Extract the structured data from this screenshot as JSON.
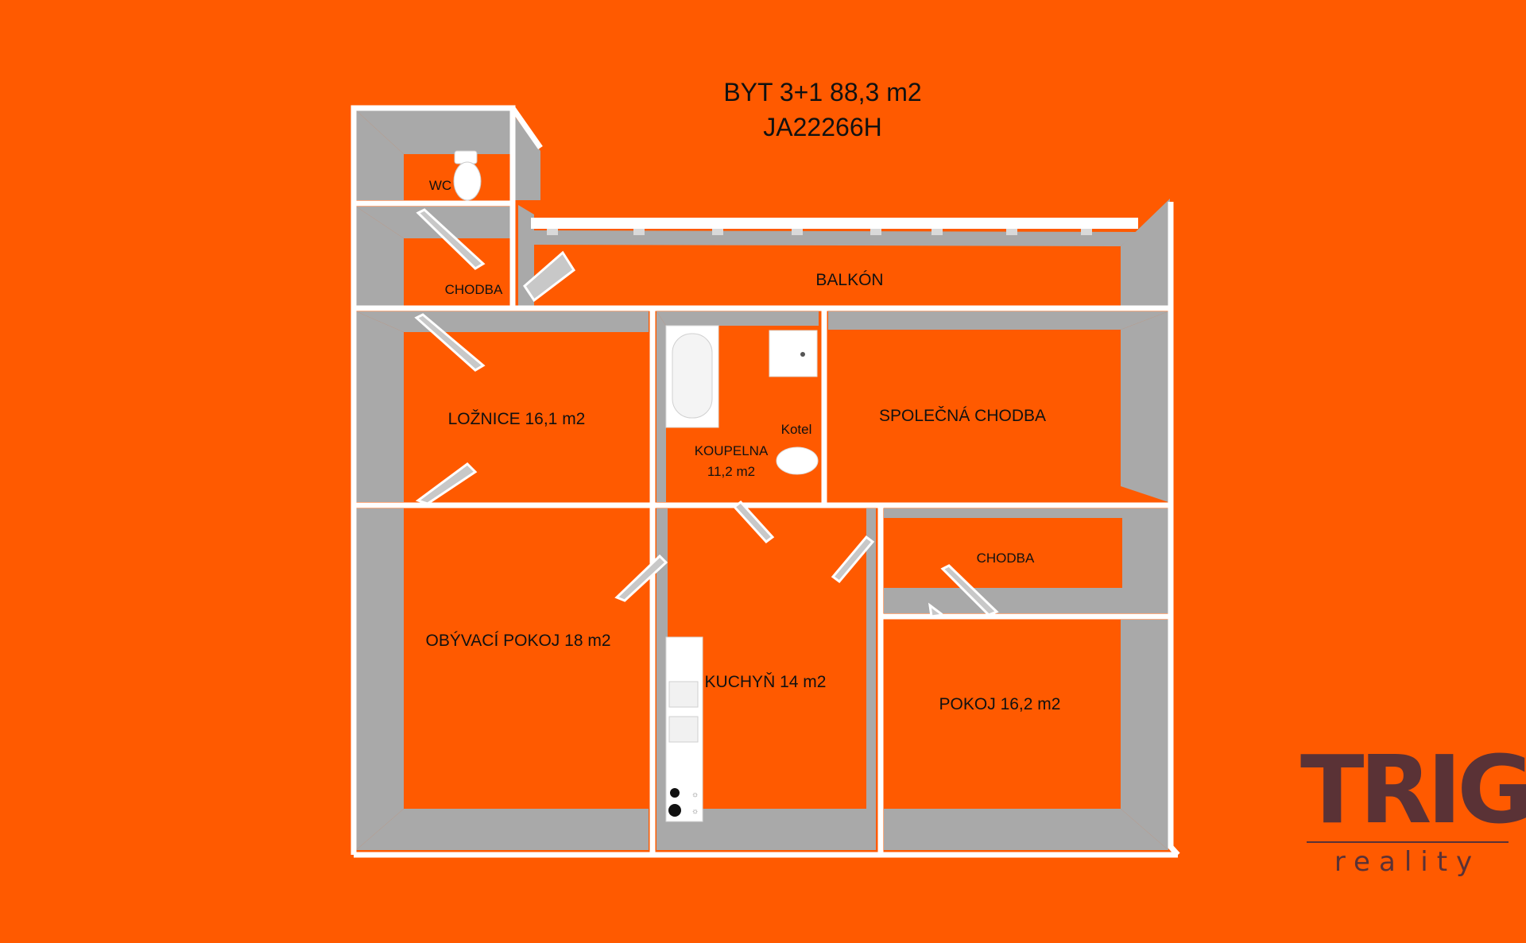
{
  "title": {
    "line1": "BYT 3+1 88,3 m2",
    "line2": "JA22266H"
  },
  "rooms": {
    "wc": "WC",
    "chodba_top": "CHODBA",
    "balkon": "BALKÓN",
    "loznice": "LOŽNICE 16,1 m2",
    "koupelna_line1": "KOUPELNA",
    "koupelna_line2": "11,2 m2",
    "kotel": "Kotel",
    "spolecna_chodba": "SPOLEČNÁ CHODBA",
    "obyvaci_pokoj": "OBÝVACÍ POKOJ 18 m2",
    "kuchyn": "KUCHYŇ 14 m2",
    "chodba_right": "CHODBA",
    "pokoj": "POKOJ 16,2 m2"
  },
  "logo": {
    "name": "TRIGA",
    "sub": "reality"
  },
  "colors": {
    "background": "#ff5a00",
    "wall": "#ffffff",
    "wall_side": "#a9a9a9",
    "logo": "#5a3236",
    "logo_accent": "#e2001a"
  }
}
